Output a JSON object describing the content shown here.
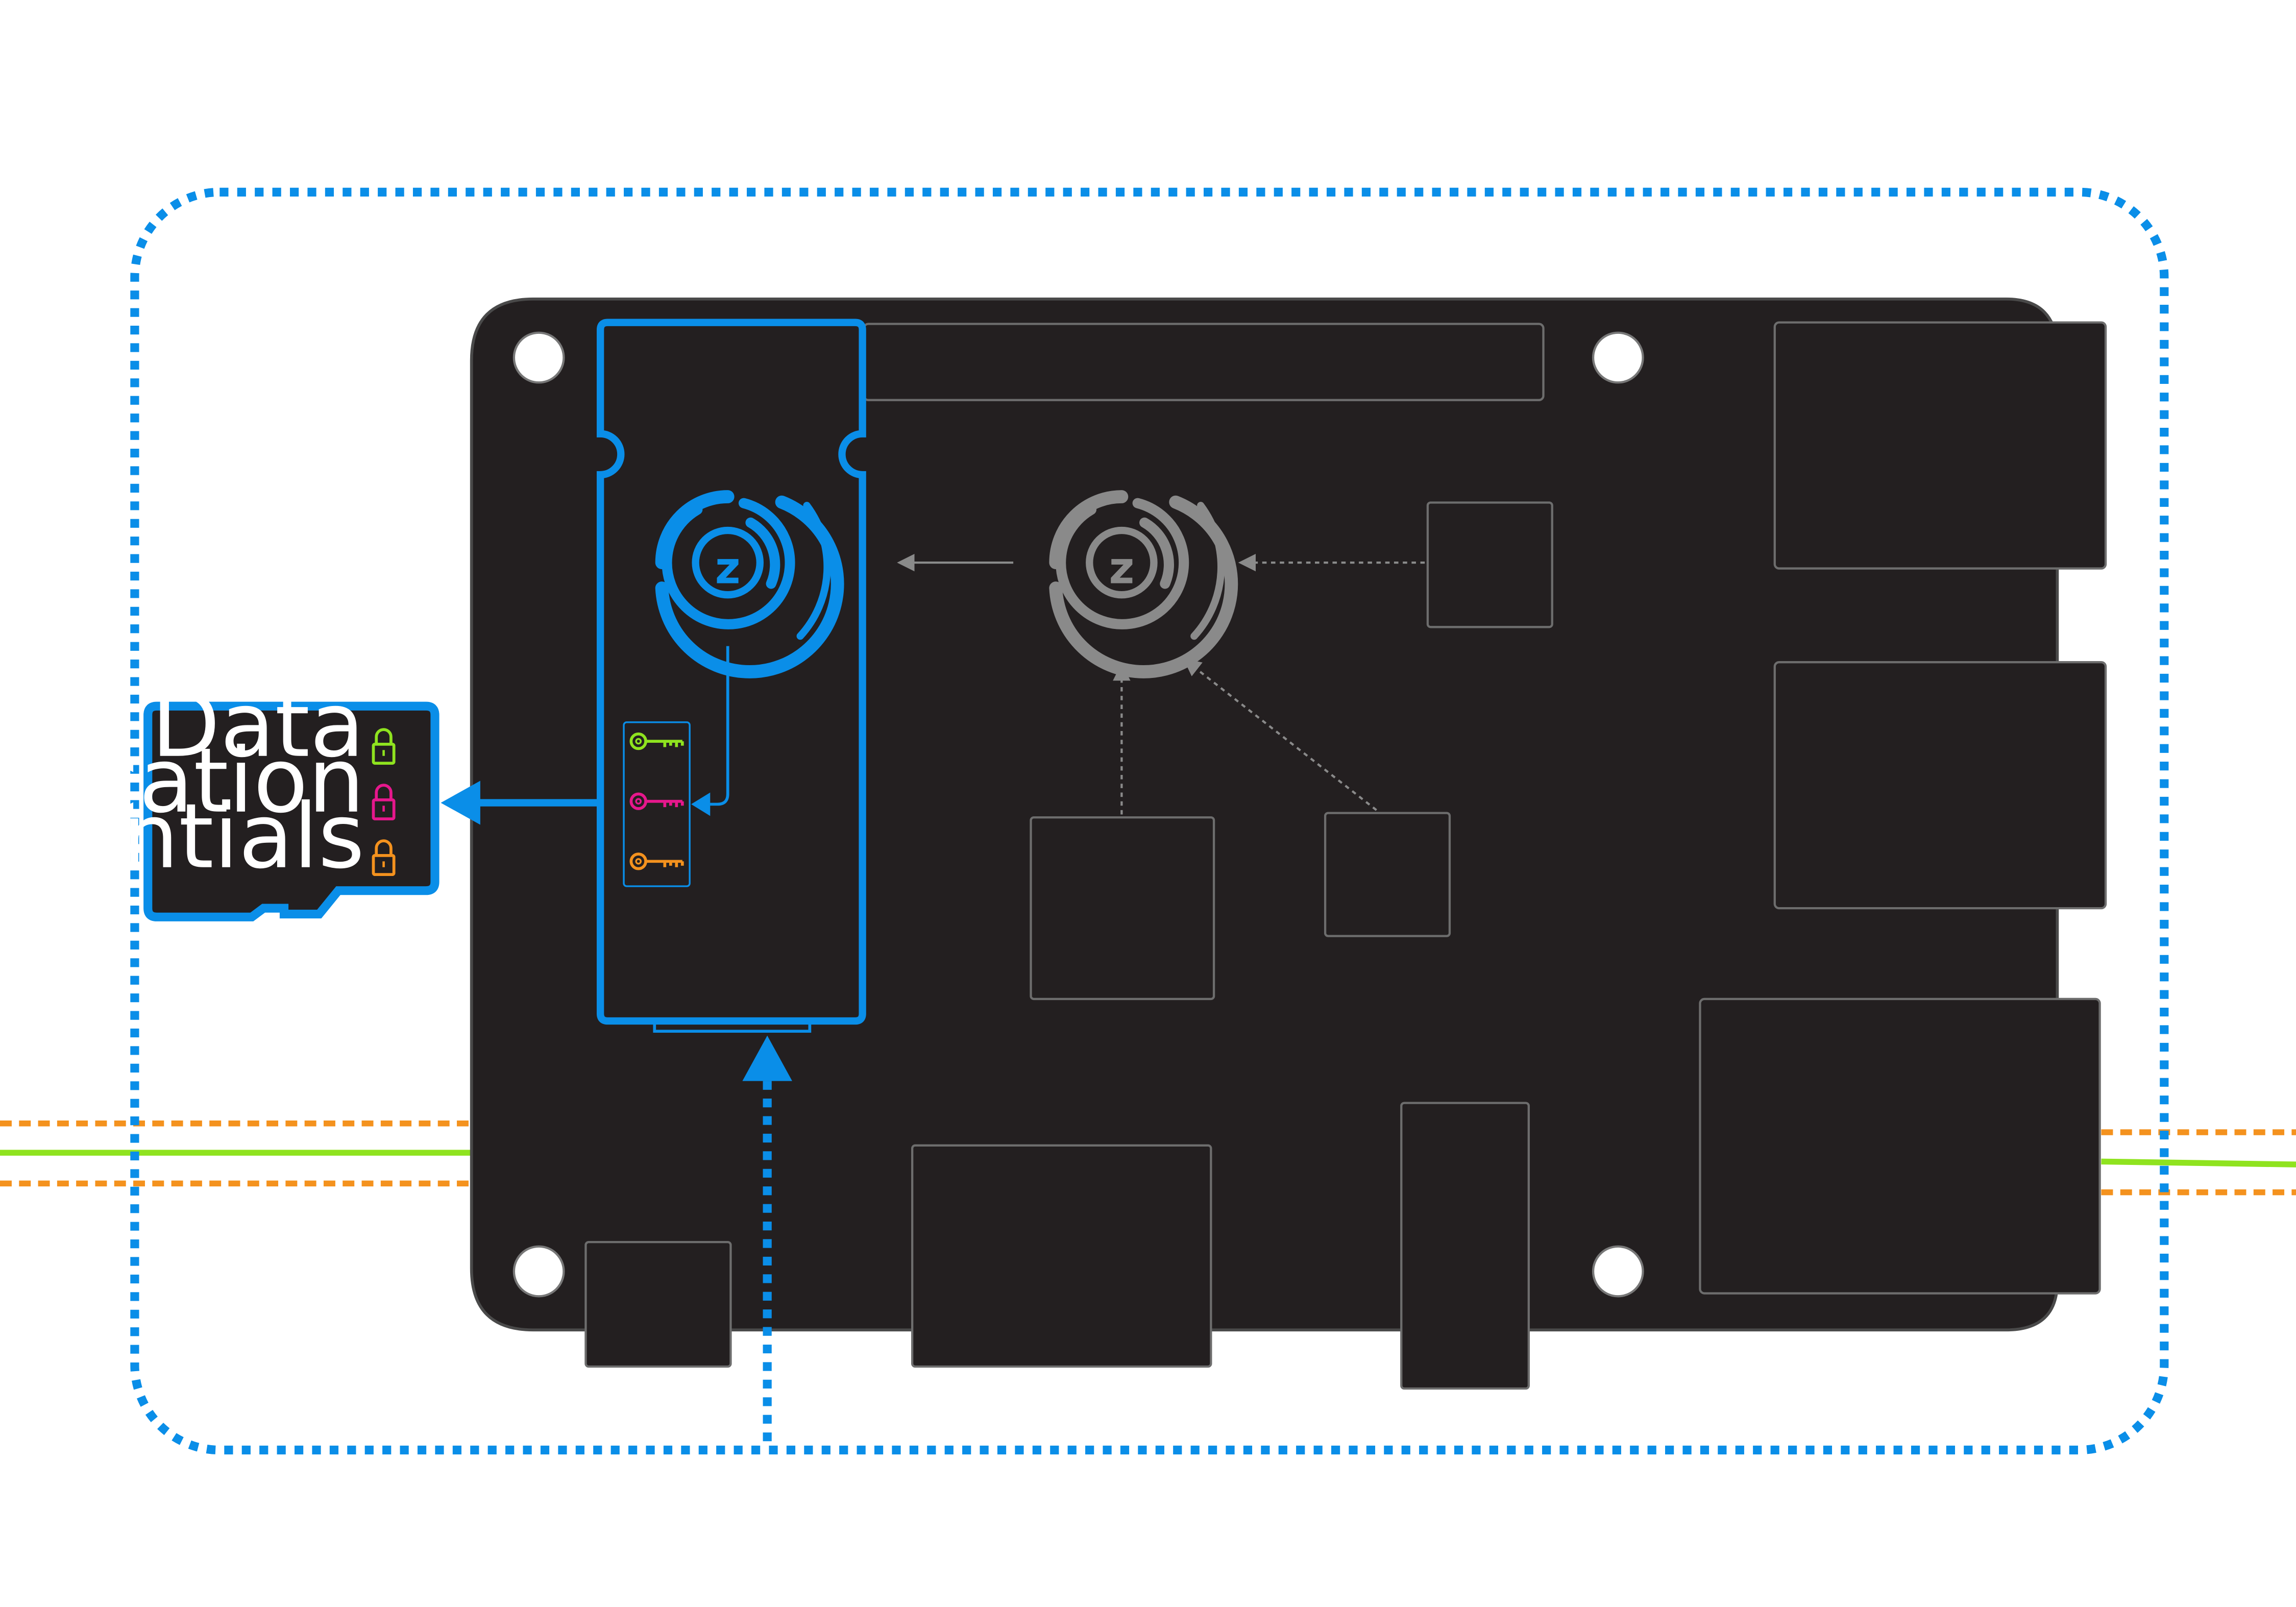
{
  "sd_card": {
    "items": [
      {
        "label": "Data",
        "lock_color": "#8fe31f",
        "icon": "lock-icon"
      },
      {
        "label": "Application",
        "lock_color": "#e6178c",
        "icon": "lock-icon"
      },
      {
        "label": "Credentials",
        "lock_color": "#f4921e",
        "icon": "lock-icon"
      }
    ]
  },
  "secure_element": {
    "icon": "zymbit-fingerprint-icon",
    "keys": [
      {
        "color": "#8fe31f",
        "icon": "key-icon"
      },
      {
        "color": "#e6178c",
        "icon": "key-icon"
      },
      {
        "color": "#f4921e",
        "icon": "key-icon"
      }
    ]
  },
  "colors": {
    "accent": "#0a8ee8",
    "board": "#231f20",
    "component_stroke": "#6d6d6d",
    "green_line": "#8fe31f",
    "orange_line": "#f4921e",
    "gray_logo": "#8a8a8a"
  }
}
